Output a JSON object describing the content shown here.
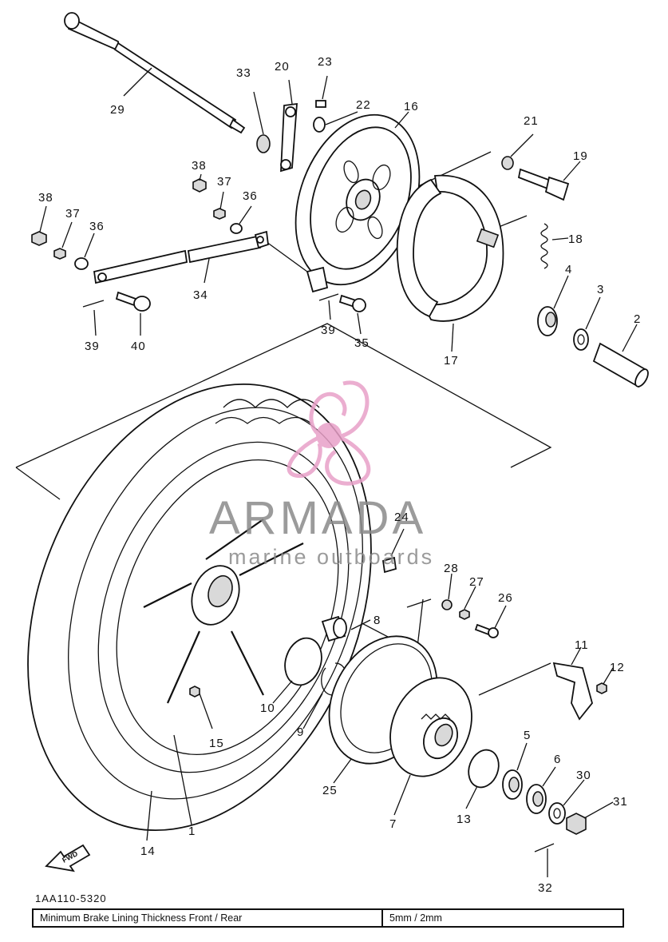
{
  "diagram": {
    "code": "1AA110-5320",
    "table": {
      "label": "Minimum Brake Lining Thickness Front / Rear",
      "value": "5mm / 2mm"
    },
    "fwd_label": "FWD",
    "watermark": {
      "brand": "ARMADA",
      "tagline": "marine outboards",
      "colors": {
        "logo": "#e8a0c8",
        "text": "#8a8a8a"
      }
    },
    "callouts": {
      "n1": "1",
      "n2": "2",
      "n3": "3",
      "n4": "4",
      "n5": "5",
      "n6": "6",
      "n7": "7",
      "n8": "8",
      "n9": "9",
      "n10": "10",
      "n11": "11",
      "n12": "12",
      "n13": "13",
      "n14": "14",
      "n15": "15",
      "n16": "16",
      "n17": "17",
      "n18": "18",
      "n19": "19",
      "n20": "20",
      "n21": "21",
      "n22": "22",
      "n23": "23",
      "n24": "24",
      "n25": "25",
      "n26": "26",
      "n27": "27",
      "n28": "28",
      "n29": "29",
      "n30": "30",
      "n31": "31",
      "n32": "32",
      "n33": "33",
      "n34": "34",
      "n35": "35",
      "n36a": "36",
      "n36b": "36",
      "n37a": "37",
      "n37b": "37",
      "n38a": "38",
      "n38b": "38",
      "n39a": "39",
      "n39b": "39",
      "n40": "40"
    }
  }
}
